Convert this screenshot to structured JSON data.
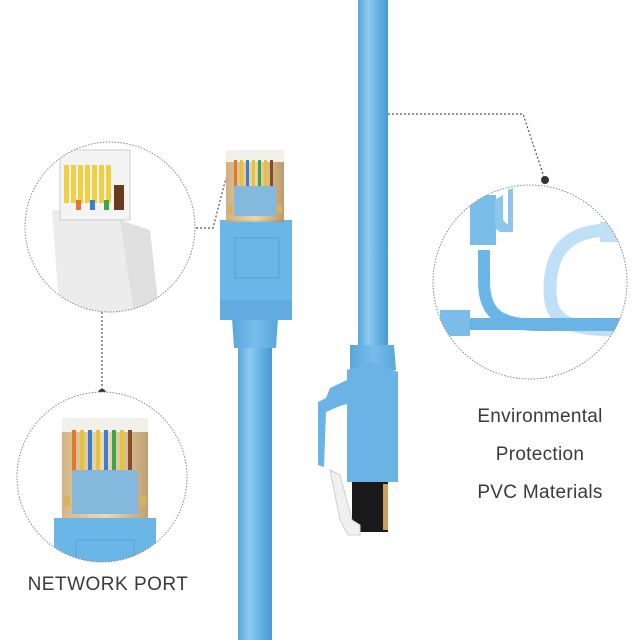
{
  "product": {
    "type": "RJ45 network cable product illustration",
    "cable_color": "#6bb8e8",
    "accent_dark": "#4f9fd3"
  },
  "callouts": [
    {
      "id": "connector-detail",
      "description": "RJ45 plug internal pins close-up"
    },
    {
      "id": "network-port",
      "description": "RJ45 plug front view close-up"
    },
    {
      "id": "flexible-cable",
      "description": "Bent cable with flexible boot close-up"
    }
  ],
  "text": {
    "feature_line1": "Environmental",
    "feature_line2": "Protection",
    "feature_line3": "PVC Materials",
    "network_port_label": "NETWORK PORT"
  },
  "wire_colors": [
    "#e8c13a",
    "#e07a2a",
    "#e8c13a",
    "#3a7fd0",
    "#e8c13a",
    "#3aa84a",
    "#e8c13a",
    "#8a4a2a"
  ]
}
